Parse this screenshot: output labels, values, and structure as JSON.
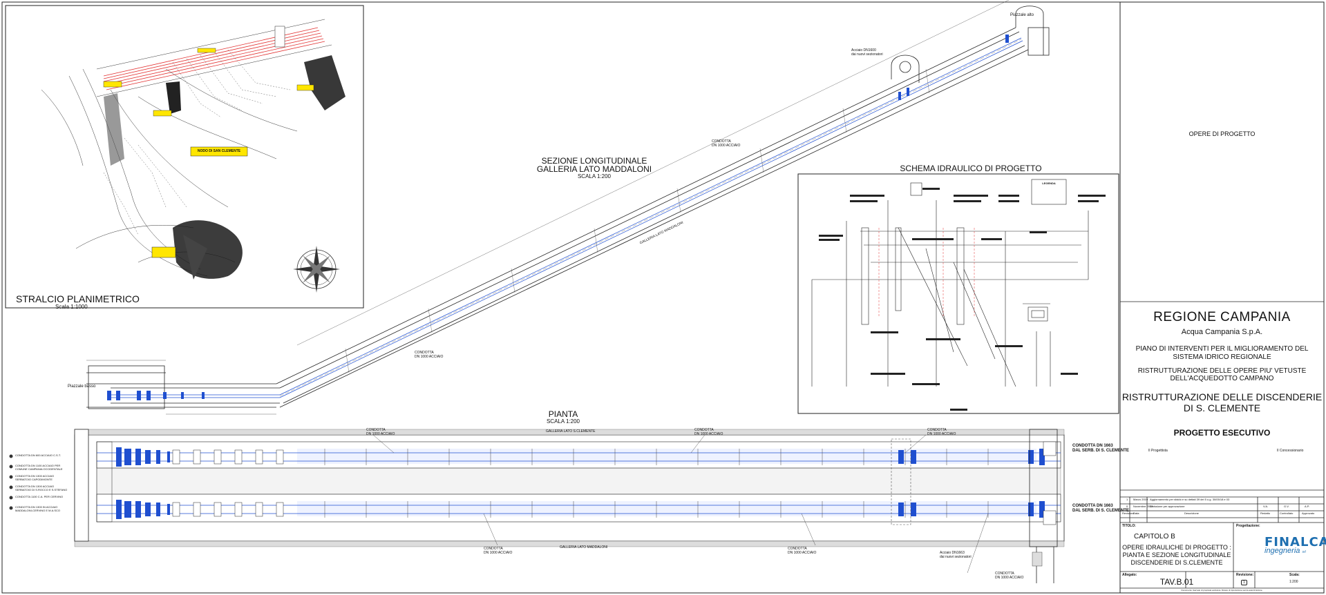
{
  "drawing": {
    "stralcio": {
      "title": "STRALCIO PLANIMETRICO",
      "scale": "Scala 1:1000",
      "label_nodo": "NODO DI SAN CLEMENTE"
    },
    "sezione": {
      "title_line1": "SEZIONE LONGITUDINALE",
      "title_line2": "GALLERIA LATO MADDALONI",
      "scale": "SCALA 1:200",
      "label_condotta_top": "CONDOTTA",
      "label_condotta_top_2": "DN 1000 ACCIAIO",
      "label_condotta_low": "CONDOTTA",
      "label_condotta_low_2": "DN 1000 ACCIAIO",
      "label_galleria": "GALLERIA LATO MADDALONI",
      "label_piazzale_basso": "Piazzale basso",
      "label_piazzale_alto": "Piazzale alto",
      "label_acciaio": "Acciaio DN1600",
      "label_acciaio_2": "dai nuovi sezionatori"
    },
    "schema": {
      "title": "SCHEMA IDRAULICO DI PROGETTO",
      "legenda": "LEGENDA"
    },
    "pianta": {
      "title": "PIANTA",
      "scale": "SCALA 1:200",
      "label_galleria_top": "GALLERIA LATO S.CLEMENTE",
      "label_galleria_bottom": "GALLERIA LATO MADDALONI",
      "label_condotta": "CONDOTTA",
      "label_dn1000": "DN 1000 ACCIAIO",
      "right_label_top_1": "CONDOTTA DN 1663",
      "right_label_top_2": "DAL SERB. DI S. CLEMENTE",
      "right_label_bot_1": "CONDOTTA DN 1663",
      "right_label_bot_2": "DAL SERB. DI S. CLEMENTE",
      "label_acciaio": "Acciaio DN1663",
      "label_acciaio_2": "dai nuovi sezionatori",
      "legend": [
        "CONDOTTA DN 600 ACCIAIO C.S.T.",
        "CONDOTTA DN 1100 ACCIAIO PER COMUNE CAMPANIA OCCIDENTALE",
        "CONDOTTA DN 1300 ACCIAIO SERBATOIO CAPODIMONTE",
        "CONDOTTA DN 1300 ACCIAIO SERBATOIO DI S.ROCCO E S.STEFANO",
        "CONDOTTA 1100 C.A. PER CERVINO",
        "CONDOTTA DN 1300 IN ACCIAIO MADDALONI-CERVINO E M.A.SCO"
      ]
    }
  },
  "titleblock": {
    "opere": "OPERE DI PROGETTO",
    "region": "REGIONE CAMPANIA",
    "company": "Acqua Campania S.p.A.",
    "piano_1": "PIANO DI INTERVENTI PER IL MIGLIORAMENTO DEL",
    "piano_2": "SISTEMA IDRICO REGIONALE",
    "ristr_1": "RISTRUTTURAZIONE DELLE OPERE PIU' VETUSTE",
    "ristr_2": "DELL'ACQUEDOTTO CAMPANO",
    "disc_1": "RISTRUTTURAZIONE DELLE DISCENDERIE",
    "disc_2": "DI S. CLEMENTE",
    "progetto": "PROGETTO ESECUTIVO",
    "progettista": "Il Progettista",
    "concessionario": "Il Concessionario",
    "rev_rows": [
      {
        "n": "1",
        "date": "Marzo 2019",
        "desc": "Aggiornamento per sfaldo e su dettati 39 dei 5 u.g. 30/05/18 e 03"
      },
      {
        "n": "0",
        "date": "Novembre 2018",
        "desc": "Emissione per approvazione",
        "a": "V.A.",
        "b": "G.V.",
        "c": "A.P."
      }
    ],
    "rev_headers": [
      "Revisione",
      "Data",
      "Descrizione",
      "Redatto",
      "Controllato",
      "Approvato"
    ],
    "titolo_label": "TITOLO:",
    "progettazione_label": "Progettazione:",
    "capitolo": "CAPITOLO B",
    "opere_1": "OPERE IDRAULICHE DI PROGETTO :",
    "opere_2": "PIANTA E SEZIONE LONGITUDINALE",
    "opere_3": "DISCENDERIE DI S.CLEMENTE",
    "finalca": "FINALCA",
    "finalca_sub": "ingegneria",
    "finalca_srl": "srl",
    "allegato_label": "Allegato:",
    "tav": "TAV.B.01",
    "revisione_label": "Revisione:",
    "revisione_val": "1",
    "scala_label": "Scala:",
    "scala_val": "1:200",
    "footer": "Documento riservato di proprietà esclusiva. Divieto di riproduzione senza autorizzazione."
  }
}
